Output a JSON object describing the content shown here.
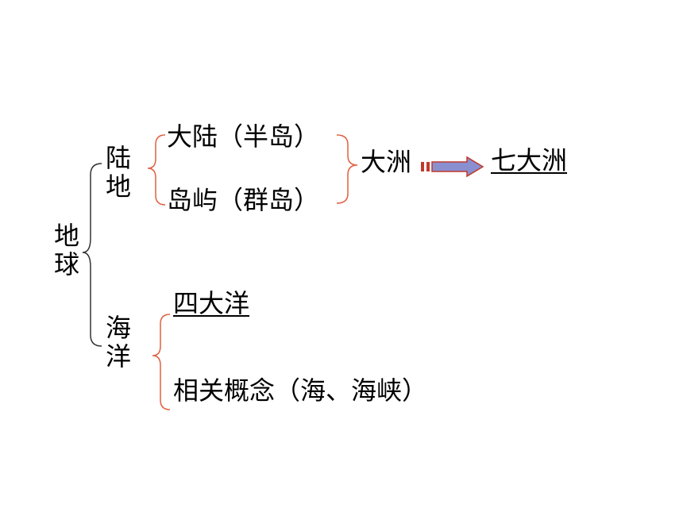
{
  "root": {
    "label": "地球"
  },
  "land": {
    "label": "陆地",
    "items": [
      "大陆（半岛）",
      "岛屿（群岛）"
    ],
    "result": "大洲",
    "arrow_target": "七大洲"
  },
  "ocean": {
    "label": "海洋",
    "items": [
      "四大洋",
      "相关概念（海、海峡）"
    ]
  },
  "colors": {
    "root_brace": "#333333",
    "sub_brace": "#e06040",
    "arrow_fill": "#8a8fd0",
    "arrow_stroke": "#c0392b",
    "text": "#000000"
  }
}
